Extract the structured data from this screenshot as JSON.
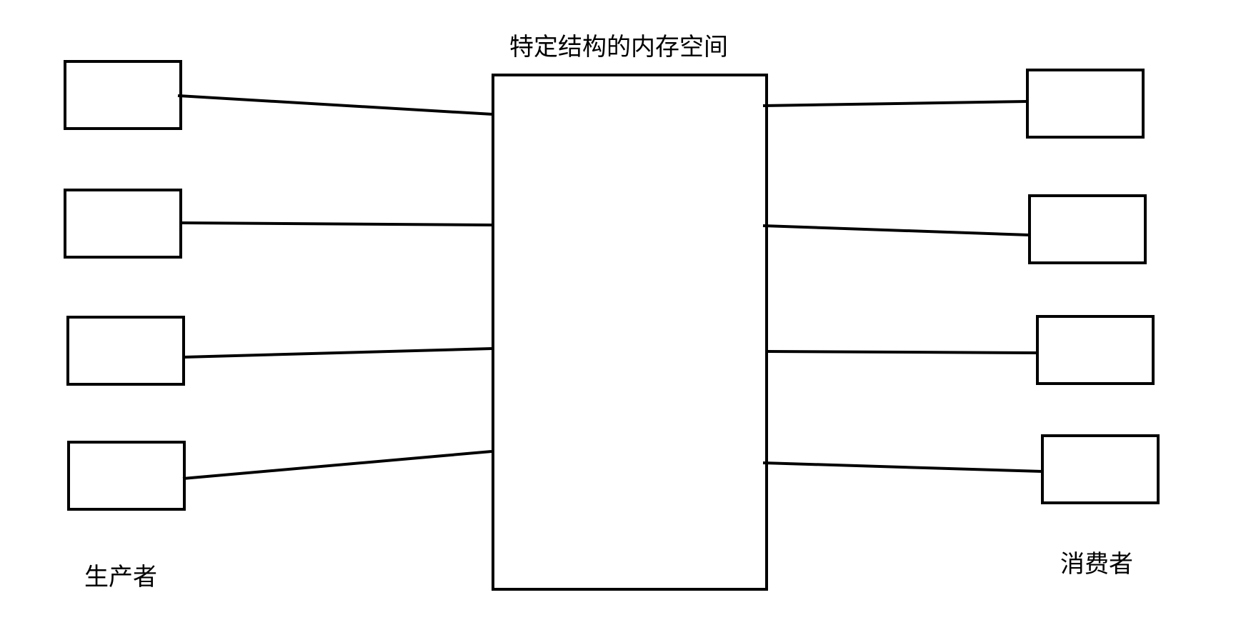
{
  "title": "特定结构的内存空间",
  "producers_label": "生产者",
  "consumers_label": "消费者",
  "colors": {
    "stroke": "#000000",
    "background": "#ffffff"
  },
  "producers": [
    {},
    {},
    {},
    {}
  ],
  "consumers": [
    {},
    {},
    {},
    {}
  ]
}
